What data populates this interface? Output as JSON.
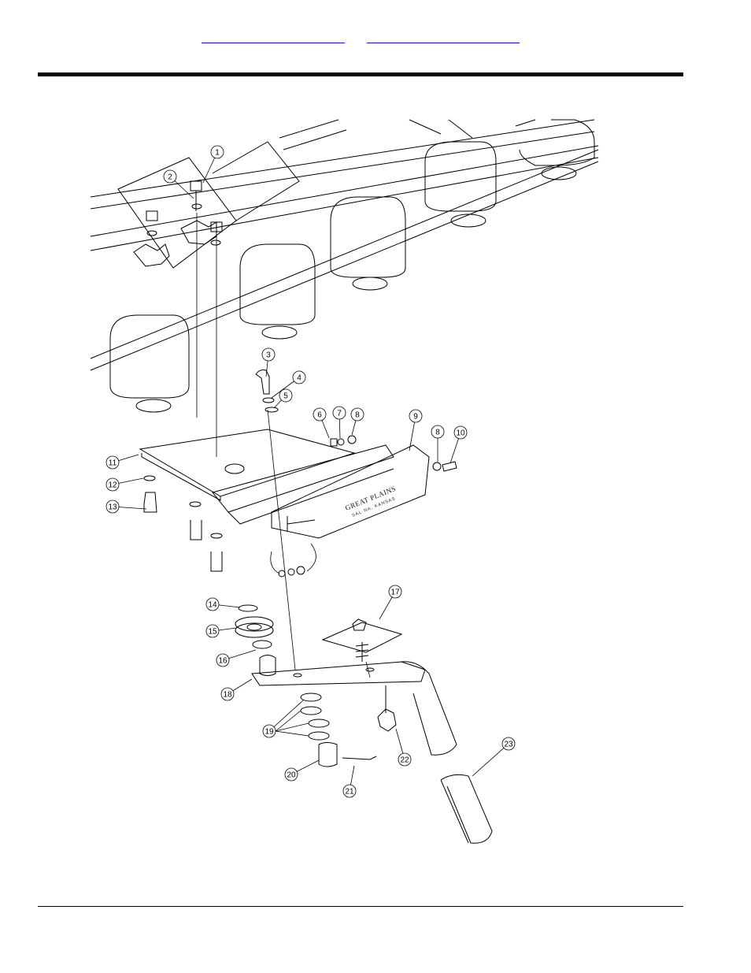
{
  "nav": {
    "link_1": "",
    "link_2": ""
  },
  "diagram": {
    "brand_plate_line1": "GREAT PLAINS",
    "brand_plate_line2": "SAL·NA, KANSAS",
    "callouts": [
      "1",
      "2",
      "3",
      "4",
      "5",
      "6",
      "7",
      "8",
      "9",
      "8",
      "10",
      "11",
      "12",
      "13",
      "14",
      "15",
      "16",
      "17",
      "18",
      "19",
      "20",
      "21",
      "22",
      "23"
    ]
  }
}
